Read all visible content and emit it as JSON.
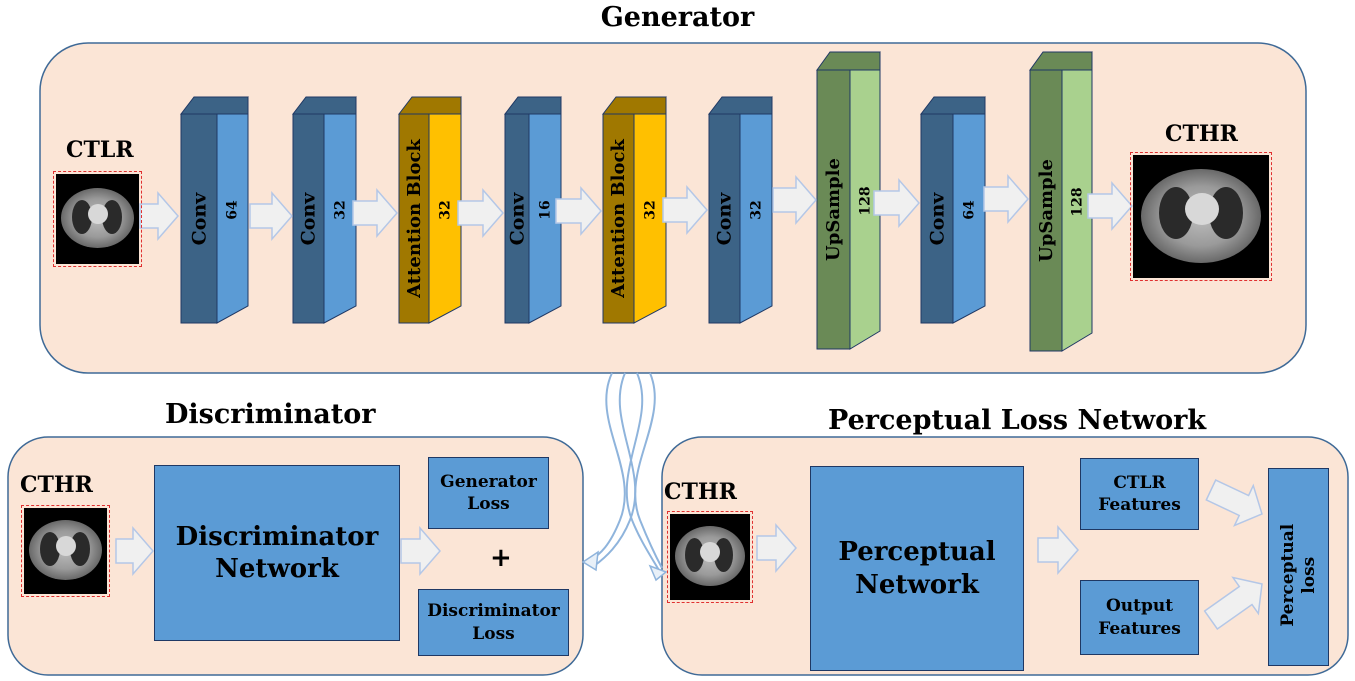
{
  "generator": {
    "title": "Generator",
    "input_label": "CTLR",
    "output_label": "CTHR",
    "layers": [
      {
        "name": "Conv",
        "size": "64",
        "kind": "conv"
      },
      {
        "name": "Conv",
        "size": "32",
        "kind": "conv"
      },
      {
        "name": "Attention Block",
        "size": "32",
        "kind": "attention"
      },
      {
        "name": "Conv",
        "size": "16",
        "kind": "conv"
      },
      {
        "name": "Attention Block",
        "size": "32",
        "kind": "attention"
      },
      {
        "name": "Conv",
        "size": "32",
        "kind": "conv"
      },
      {
        "name": "UpSample",
        "size": "128",
        "kind": "upsample"
      },
      {
        "name": "Conv",
        "size": "64",
        "kind": "conv"
      },
      {
        "name": "UpSample",
        "size": "128",
        "kind": "upsample"
      }
    ]
  },
  "discriminator": {
    "title": "Discriminator",
    "input_label": "CTHR",
    "network_line1": "Discriminator",
    "network_line2": "Network",
    "generator_loss_line1": "Generator",
    "generator_loss_line2": "Loss",
    "plus": "+",
    "discriminator_loss_line1": "Discriminator",
    "discriminator_loss_line2": "Loss"
  },
  "perceptual": {
    "title": "Perceptual Loss Network",
    "input_label": "CTHR",
    "network_line1": "Perceptual",
    "network_line2": "Network",
    "ctlr_features_line1": "CTLR",
    "ctlr_features_line2": "Features",
    "output_features_line1": "Output",
    "output_features_line2": "Features",
    "loss_line1": "Perceptual",
    "loss_line2": "loss"
  },
  "colors": {
    "panel_fill": "#fbe5d6",
    "panel_border": "#3f6a97",
    "conv_front": "#3c6386",
    "conv_side": "#5b9bd5",
    "attention_front": "#a07800",
    "attention_side": "#ffc000",
    "upsample_front": "#6a8a56",
    "upsample_side": "#a9d18e",
    "arrow_fill": "#f0f0f0",
    "arrow_stroke": "#b4c7e7"
  }
}
